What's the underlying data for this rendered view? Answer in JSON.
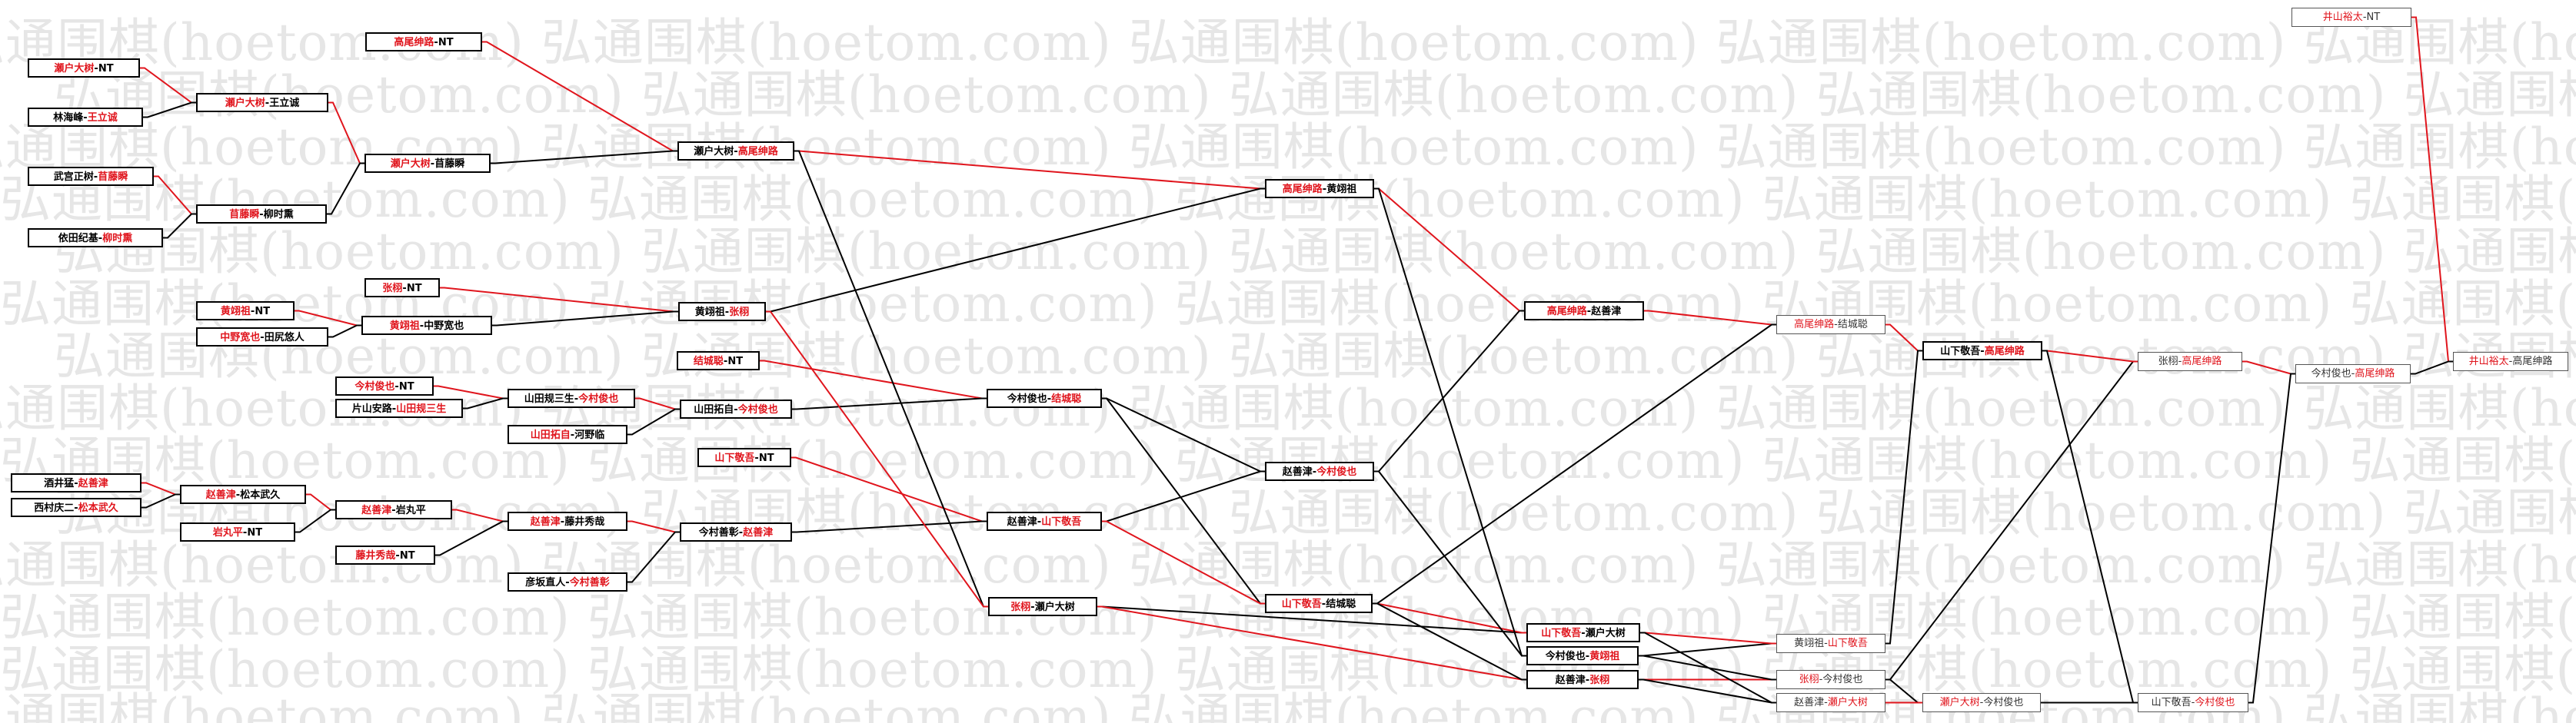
{
  "watermark": "弘通围棋(hoetom.com) 弘通围棋(hoetom.com) 弘通围棋(hoetom.com) 弘通围棋(hoetom.com) 弘通围棋(hoetom.com) 弘通围棋(hoetom.com)",
  "colors": {
    "winner": "#e0151d",
    "loser": "#000000",
    "line_win": "#e0151d",
    "line_lose": "#000000"
  },
  "nodes": [
    {
      "id": "n1",
      "a": "瀬户大树",
      "b": "NT",
      "w": "a"
    },
    {
      "id": "n2",
      "a": "林海峰",
      "b": "王立诚",
      "w": "b"
    },
    {
      "id": "n3",
      "a": "武宫正树",
      "b": "苜藤瞬",
      "w": "b"
    },
    {
      "id": "n4",
      "a": "依田纪基",
      "b": "柳时熏",
      "w": "b"
    },
    {
      "id": "n5",
      "a": "瀬户大树",
      "b": "王立诚",
      "w": "a"
    },
    {
      "id": "n6",
      "a": "苜藤瞬",
      "b": "柳时熏",
      "w": "a"
    },
    {
      "id": "n7",
      "a": "高尾绅路",
      "b": "NT",
      "w": "a"
    },
    {
      "id": "n8",
      "a": "瀬户大树",
      "b": "苜藤瞬",
      "w": "a"
    },
    {
      "id": "n9",
      "a": "瀬户大树",
      "b": "高尾绅路",
      "w": "b"
    },
    {
      "id": "n10",
      "a": "张栩",
      "b": "NT",
      "w": "a"
    },
    {
      "id": "n11",
      "a": "黄翊祖",
      "b": "NT",
      "w": "a"
    },
    {
      "id": "n12",
      "a": "中野宽也",
      "b": "田尻悠人",
      "w": "a"
    },
    {
      "id": "n13",
      "a": "黄翊祖",
      "b": "中野宽也",
      "w": "a"
    },
    {
      "id": "n14",
      "a": "黄翊祖",
      "b": "张栩",
      "w": "b"
    },
    {
      "id": "n15",
      "a": "结城聪",
      "b": "NT",
      "w": "a"
    },
    {
      "id": "n16",
      "a": "今村俊也",
      "b": "NT",
      "w": "a"
    },
    {
      "id": "n17",
      "a": "片山安路",
      "b": "山田规三生",
      "w": "b"
    },
    {
      "id": "n18",
      "a": "山田规三生",
      "b": "今村俊也",
      "w": "b"
    },
    {
      "id": "n19",
      "a": "山田拓自",
      "b": "河野临",
      "w": "a"
    },
    {
      "id": "n20",
      "a": "山田拓自",
      "b": "今村俊也",
      "w": "b"
    },
    {
      "id": "n21",
      "a": "今村俊也",
      "b": "结城聪",
      "w": "b"
    },
    {
      "id": "n22",
      "a": "山下敬吾",
      "b": "NT",
      "w": "a"
    },
    {
      "id": "n23",
      "a": "酒井猛",
      "b": "赵善津",
      "w": "b"
    },
    {
      "id": "n24",
      "a": "西村庆二",
      "b": "松本武久",
      "w": "b"
    },
    {
      "id": "n25",
      "a": "赵善津",
      "b": "松本武久",
      "w": "a"
    },
    {
      "id": "n26",
      "a": "岩丸平",
      "b": "NT",
      "w": "a"
    },
    {
      "id": "n27",
      "a": "赵善津",
      "b": "岩丸平",
      "w": "a"
    },
    {
      "id": "n28",
      "a": "藤井秀哉",
      "b": "NT",
      "w": "a"
    },
    {
      "id": "n29",
      "a": "赵善津",
      "b": "藤井秀哉",
      "w": "a"
    },
    {
      "id": "n30",
      "a": "彦坂直人",
      "b": "今村善彰",
      "w": "b"
    },
    {
      "id": "n31",
      "a": "今村善彰",
      "b": "赵善津",
      "w": "b"
    },
    {
      "id": "n32",
      "a": "赵善津",
      "b": "山下敬吾",
      "w": "b"
    },
    {
      "id": "n33",
      "a": "张栩",
      "b": "瀬户大树",
      "w": "a"
    },
    {
      "id": "n34",
      "a": "高尾绅路",
      "b": "黄翊祖",
      "w": "a"
    },
    {
      "id": "n35",
      "a": "赵善津",
      "b": "今村俊也",
      "w": "b"
    },
    {
      "id": "n36",
      "a": "山下敬吾",
      "b": "结城聪",
      "w": "a"
    },
    {
      "id": "n37",
      "a": "高尾绅路",
      "b": "赵善津",
      "w": "a"
    },
    {
      "id": "n38",
      "a": "山下敬吾",
      "b": "瀬户大树",
      "w": "a"
    },
    {
      "id": "n39",
      "a": "今村俊也",
      "b": "黄翊祖",
      "w": "b"
    },
    {
      "id": "n40",
      "a": "赵善津",
      "b": "张栩",
      "w": "b"
    },
    {
      "id": "n41",
      "a": "高尾绅路",
      "b": "结城聪",
      "w": "a",
      "g": 1
    },
    {
      "id": "n42",
      "a": "黄翊祖",
      "b": "山下敬吾",
      "w": "b",
      "g": 1
    },
    {
      "id": "n43",
      "a": "张栩",
      "b": "今村俊也",
      "w": "a",
      "g": 1
    },
    {
      "id": "n44",
      "a": "赵善津",
      "b": "瀬户大树",
      "w": "b",
      "g": 1
    },
    {
      "id": "n45",
      "a": "山下敬吾",
      "b": "高尾绅路",
      "w": "b"
    },
    {
      "id": "n46",
      "a": "瀬户大树",
      "b": "今村俊也",
      "w": "a",
      "g": 1
    },
    {
      "id": "n47",
      "a": "张栩",
      "b": "高尾绅路",
      "w": "b",
      "g": 1
    },
    {
      "id": "n48",
      "a": "山下敬吾",
      "b": "今村俊也",
      "w": "b",
      "g": 1
    },
    {
      "id": "n49",
      "a": "今村俊也",
      "b": "高尾绅路",
      "w": "b",
      "g": 1
    },
    {
      "id": "n50",
      "a": "井山裕太",
      "b": "NT",
      "w": "a",
      "g": 1
    },
    {
      "id": "n51",
      "a": "井山裕太",
      "b": "高尾绅路",
      "w": "a",
      "g": 1
    }
  ]
}
